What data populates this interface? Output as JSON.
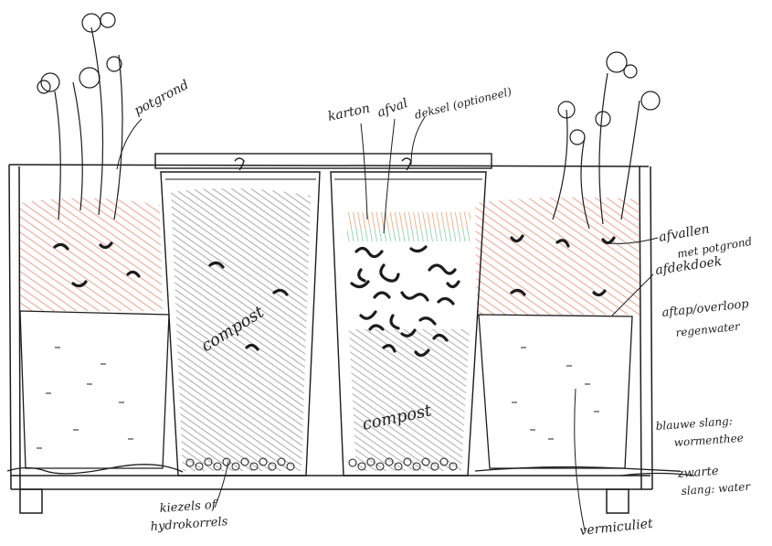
{
  "labels": {
    "potgrond": "potgrond",
    "karton": "karton",
    "afval": "afval",
    "deksel": "deksel (optioneel)",
    "afvallen_1": "afvallen",
    "afvallen_2": "met potgrond",
    "afdekdoek": "afdekdoek",
    "aftap_1": "aftap/overloop",
    "aftap_2": "regenwater",
    "compost_left": "compost",
    "compost_right": "compost",
    "blauwe_1": "blauwe slang:",
    "blauwe_2": "wormenthee",
    "zwarte_1": "zwarte",
    "zwarte_2": "slang: water",
    "kiezels_1": "kiezels of",
    "kiezels_2": "hydrokorrels",
    "vermiculiet": "vermiculiet"
  },
  "colors": {
    "soil_hatch": "#e89a86",
    "compost_hatch": "#8f8f8f",
    "carton_hatch": "#f0a070",
    "waste_green": "#7fcfa0",
    "ink": "#1c1c1c"
  }
}
